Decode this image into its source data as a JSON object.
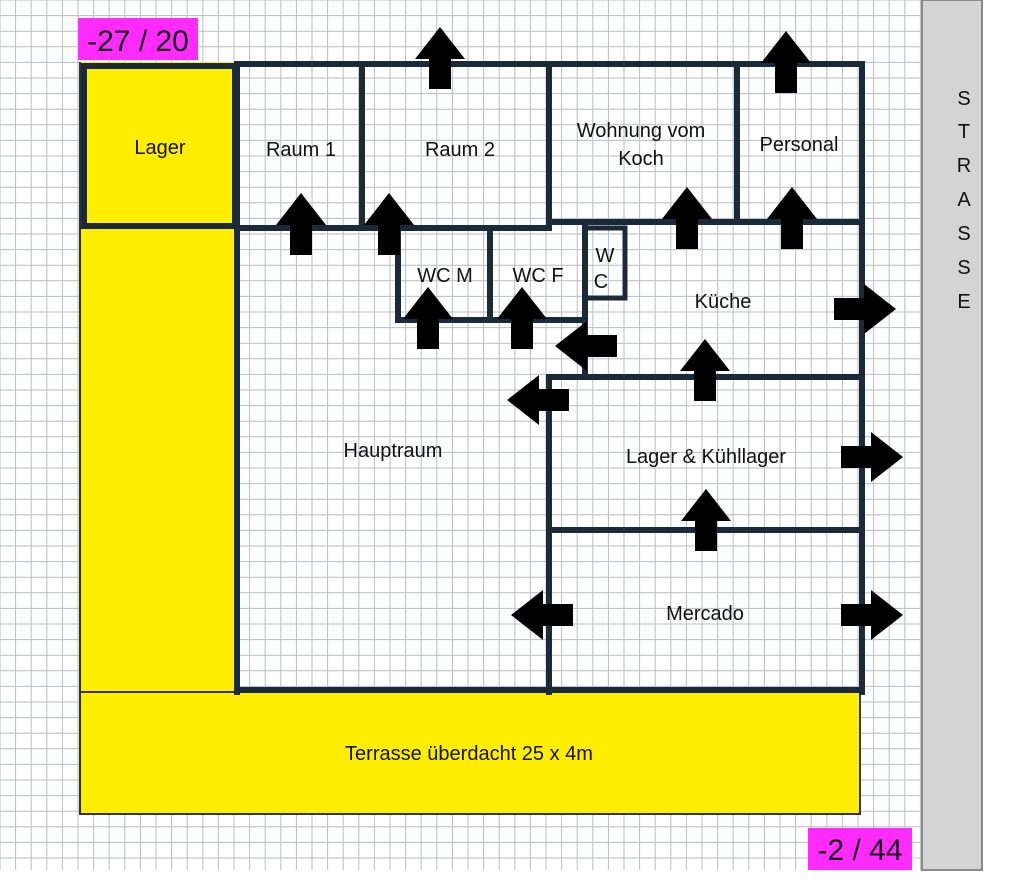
{
  "coords": {
    "top_left": "-27 / 20",
    "bottom_right": "-2 / 44"
  },
  "street": [
    "S",
    "T",
    "R",
    "A",
    "S",
    "S",
    "E"
  ],
  "rooms": {
    "lager": "Lager",
    "raum1": "Raum 1",
    "raum2": "Raum 2",
    "wohnung_line1": "Wohnung vom",
    "wohnung_line2": "Koch",
    "personal": "Personal",
    "wc_m": "WC M",
    "wc_f": "WC F",
    "wc_small_1": "W",
    "wc_small_2": "C",
    "kueche": "Küche",
    "hauptraum": "Hauptraum",
    "lager_kuehl": "Lager & Kühllager",
    "mercado": "Mercado",
    "terrasse": "Terrasse überdacht  25 x 4m"
  },
  "colors": {
    "yellow": "#ffee00",
    "magenta": "#ff2bff",
    "wall": "#1a2a38",
    "grid": "#b9bec4",
    "street": "#d4d4d4",
    "arrow": "#000000"
  },
  "arrows": [
    {
      "id": "raum2-out",
      "dir": "up"
    },
    {
      "id": "personal-out",
      "dir": "up"
    },
    {
      "id": "raum1-in",
      "dir": "up"
    },
    {
      "id": "raum2-in",
      "dir": "up"
    },
    {
      "id": "wohnung-in",
      "dir": "up"
    },
    {
      "id": "personal-in",
      "dir": "up"
    },
    {
      "id": "wcm-in",
      "dir": "up"
    },
    {
      "id": "wcf-in",
      "dir": "up"
    },
    {
      "id": "kueche-left",
      "dir": "left"
    },
    {
      "id": "kueche-right",
      "dir": "right"
    },
    {
      "id": "kueche-up",
      "dir": "up"
    },
    {
      "id": "lager-kuehl-left",
      "dir": "left"
    },
    {
      "id": "lager-kuehl-right",
      "dir": "right"
    },
    {
      "id": "lager-kuehl-up",
      "dir": "up"
    },
    {
      "id": "mercado-left",
      "dir": "left"
    },
    {
      "id": "mercado-right",
      "dir": "right"
    }
  ]
}
